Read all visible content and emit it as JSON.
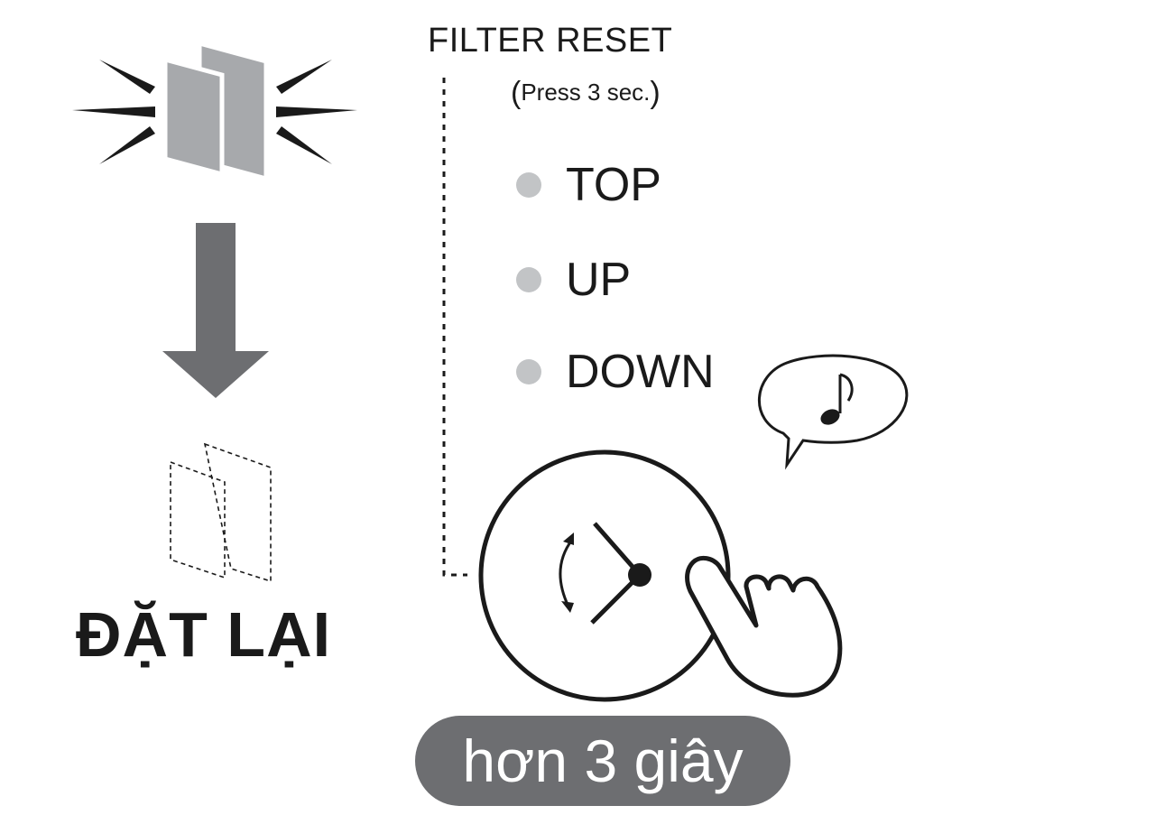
{
  "filter_reset": {
    "title": "FILTER RESET",
    "press_note": "Press 3 sec."
  },
  "options": [
    "TOP",
    "UP",
    "DOWN"
  ],
  "reset_label": "ĐẶT LẠI",
  "duration_label": "hơn 3 giây",
  "icons": [
    "filter-blinking-icon",
    "down-arrow-icon",
    "filter-dashed-icon",
    "clock-button-icon",
    "pointing-hand-icon",
    "music-note-bubble-icon"
  ],
  "colors": {
    "option_dot": "#c2c4c6",
    "filter_panel": "#a7a9ac",
    "arrow": "#6d6e71",
    "pill": "#6d6e71"
  }
}
